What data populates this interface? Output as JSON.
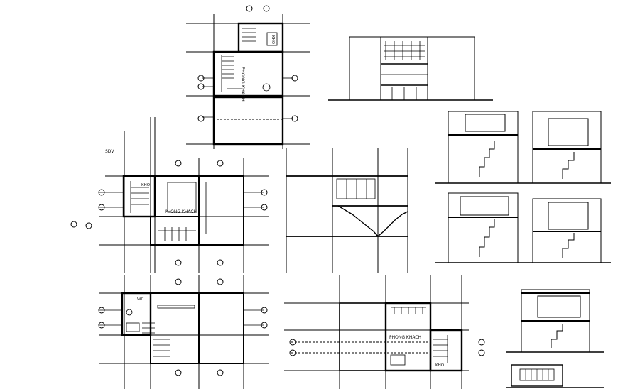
{
  "labels": {
    "level_mark": "SDV",
    "room_label_top": "PHONG KHACH",
    "room_label_mid": "PHONG KHACH",
    "room_label_right": "PHONG KHACH",
    "wc_label": "WC",
    "kho_label_top": "KHO",
    "kho_label_mid": "KHO",
    "kho_label_right": "KHO"
  },
  "colors": {
    "line": "#000000",
    "background": "#ffffff"
  }
}
